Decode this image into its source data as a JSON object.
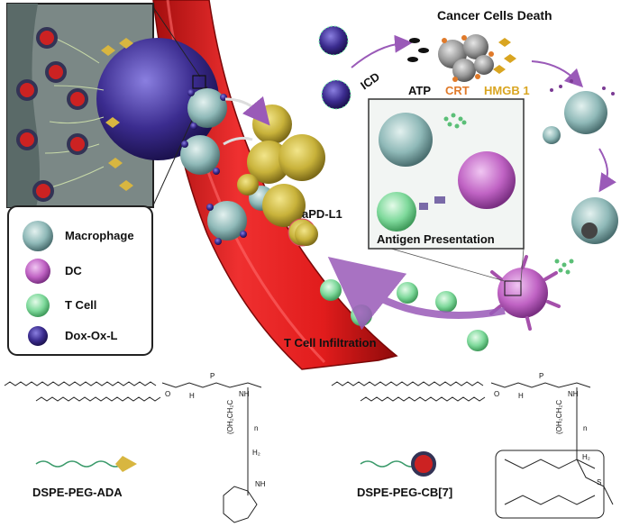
{
  "title": "Cancer Cells Death",
  "icd_label": "ICD",
  "damp_labels": {
    "atp": "ATP",
    "crt": "CRT",
    "hmgb1": "HMGB 1"
  },
  "apd_label": "aPD-L1",
  "antigen_label": "Antigen Presentation",
  "infiltration_label": "T Cell Infiltration",
  "legend": [
    {
      "label": "Macrophage",
      "color": "#8fb9b8"
    },
    {
      "label": "DC",
      "color": "#c063c4"
    },
    {
      "label": "T Cell",
      "color": "#7ed99b"
    },
    {
      "label": "Dox-Ox-L",
      "color": "#3b2c8f"
    }
  ],
  "molecule_labels": {
    "left": "DSPE-PEG-ADA",
    "right": "DSPE-PEG-CB[7]"
  },
  "chem_text": {
    "o": "O",
    "p": "P",
    "h": "H",
    "nh": "NH",
    "s": "S",
    "peg": "(OH₂CH₂C",
    "n": "n",
    "h2": "H₂"
  },
  "colors": {
    "vessel": "#e11c1c",
    "tumor": "#c8b23a",
    "macrophage": "#8fb9b8",
    "dc": "#c063c4",
    "tcell": "#7ed99b",
    "nano": "#3b2c8f",
    "crt": "#e07a2a",
    "hmgb1": "#d9a521",
    "arrow": "#9a5ab8"
  }
}
